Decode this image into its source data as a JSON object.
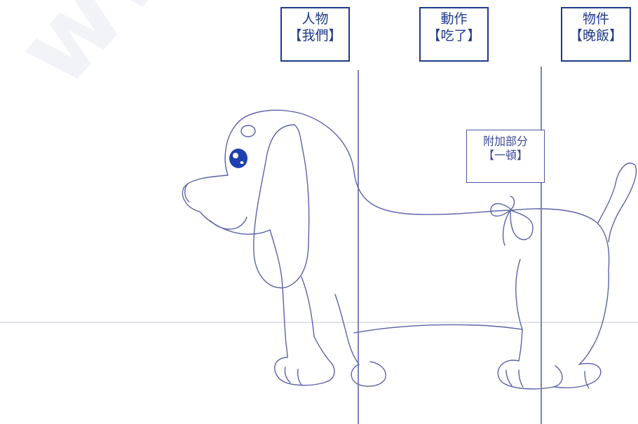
{
  "watermark": "www.g",
  "labels": {
    "subject": {
      "role": "人物",
      "word": "【我們】"
    },
    "verb": {
      "role": "動作",
      "word": "【吃了】"
    },
    "object": {
      "role": "物件",
      "word": "【晚飯】"
    },
    "extra": {
      "role": "附加部分",
      "word": "【一頓】"
    }
  },
  "colors": {
    "line_art": "#5a63a8",
    "label_border": "#1e3a8a",
    "divider": "#6b74b0",
    "ground": "#d6d9e3",
    "eye": "#1e40af"
  }
}
